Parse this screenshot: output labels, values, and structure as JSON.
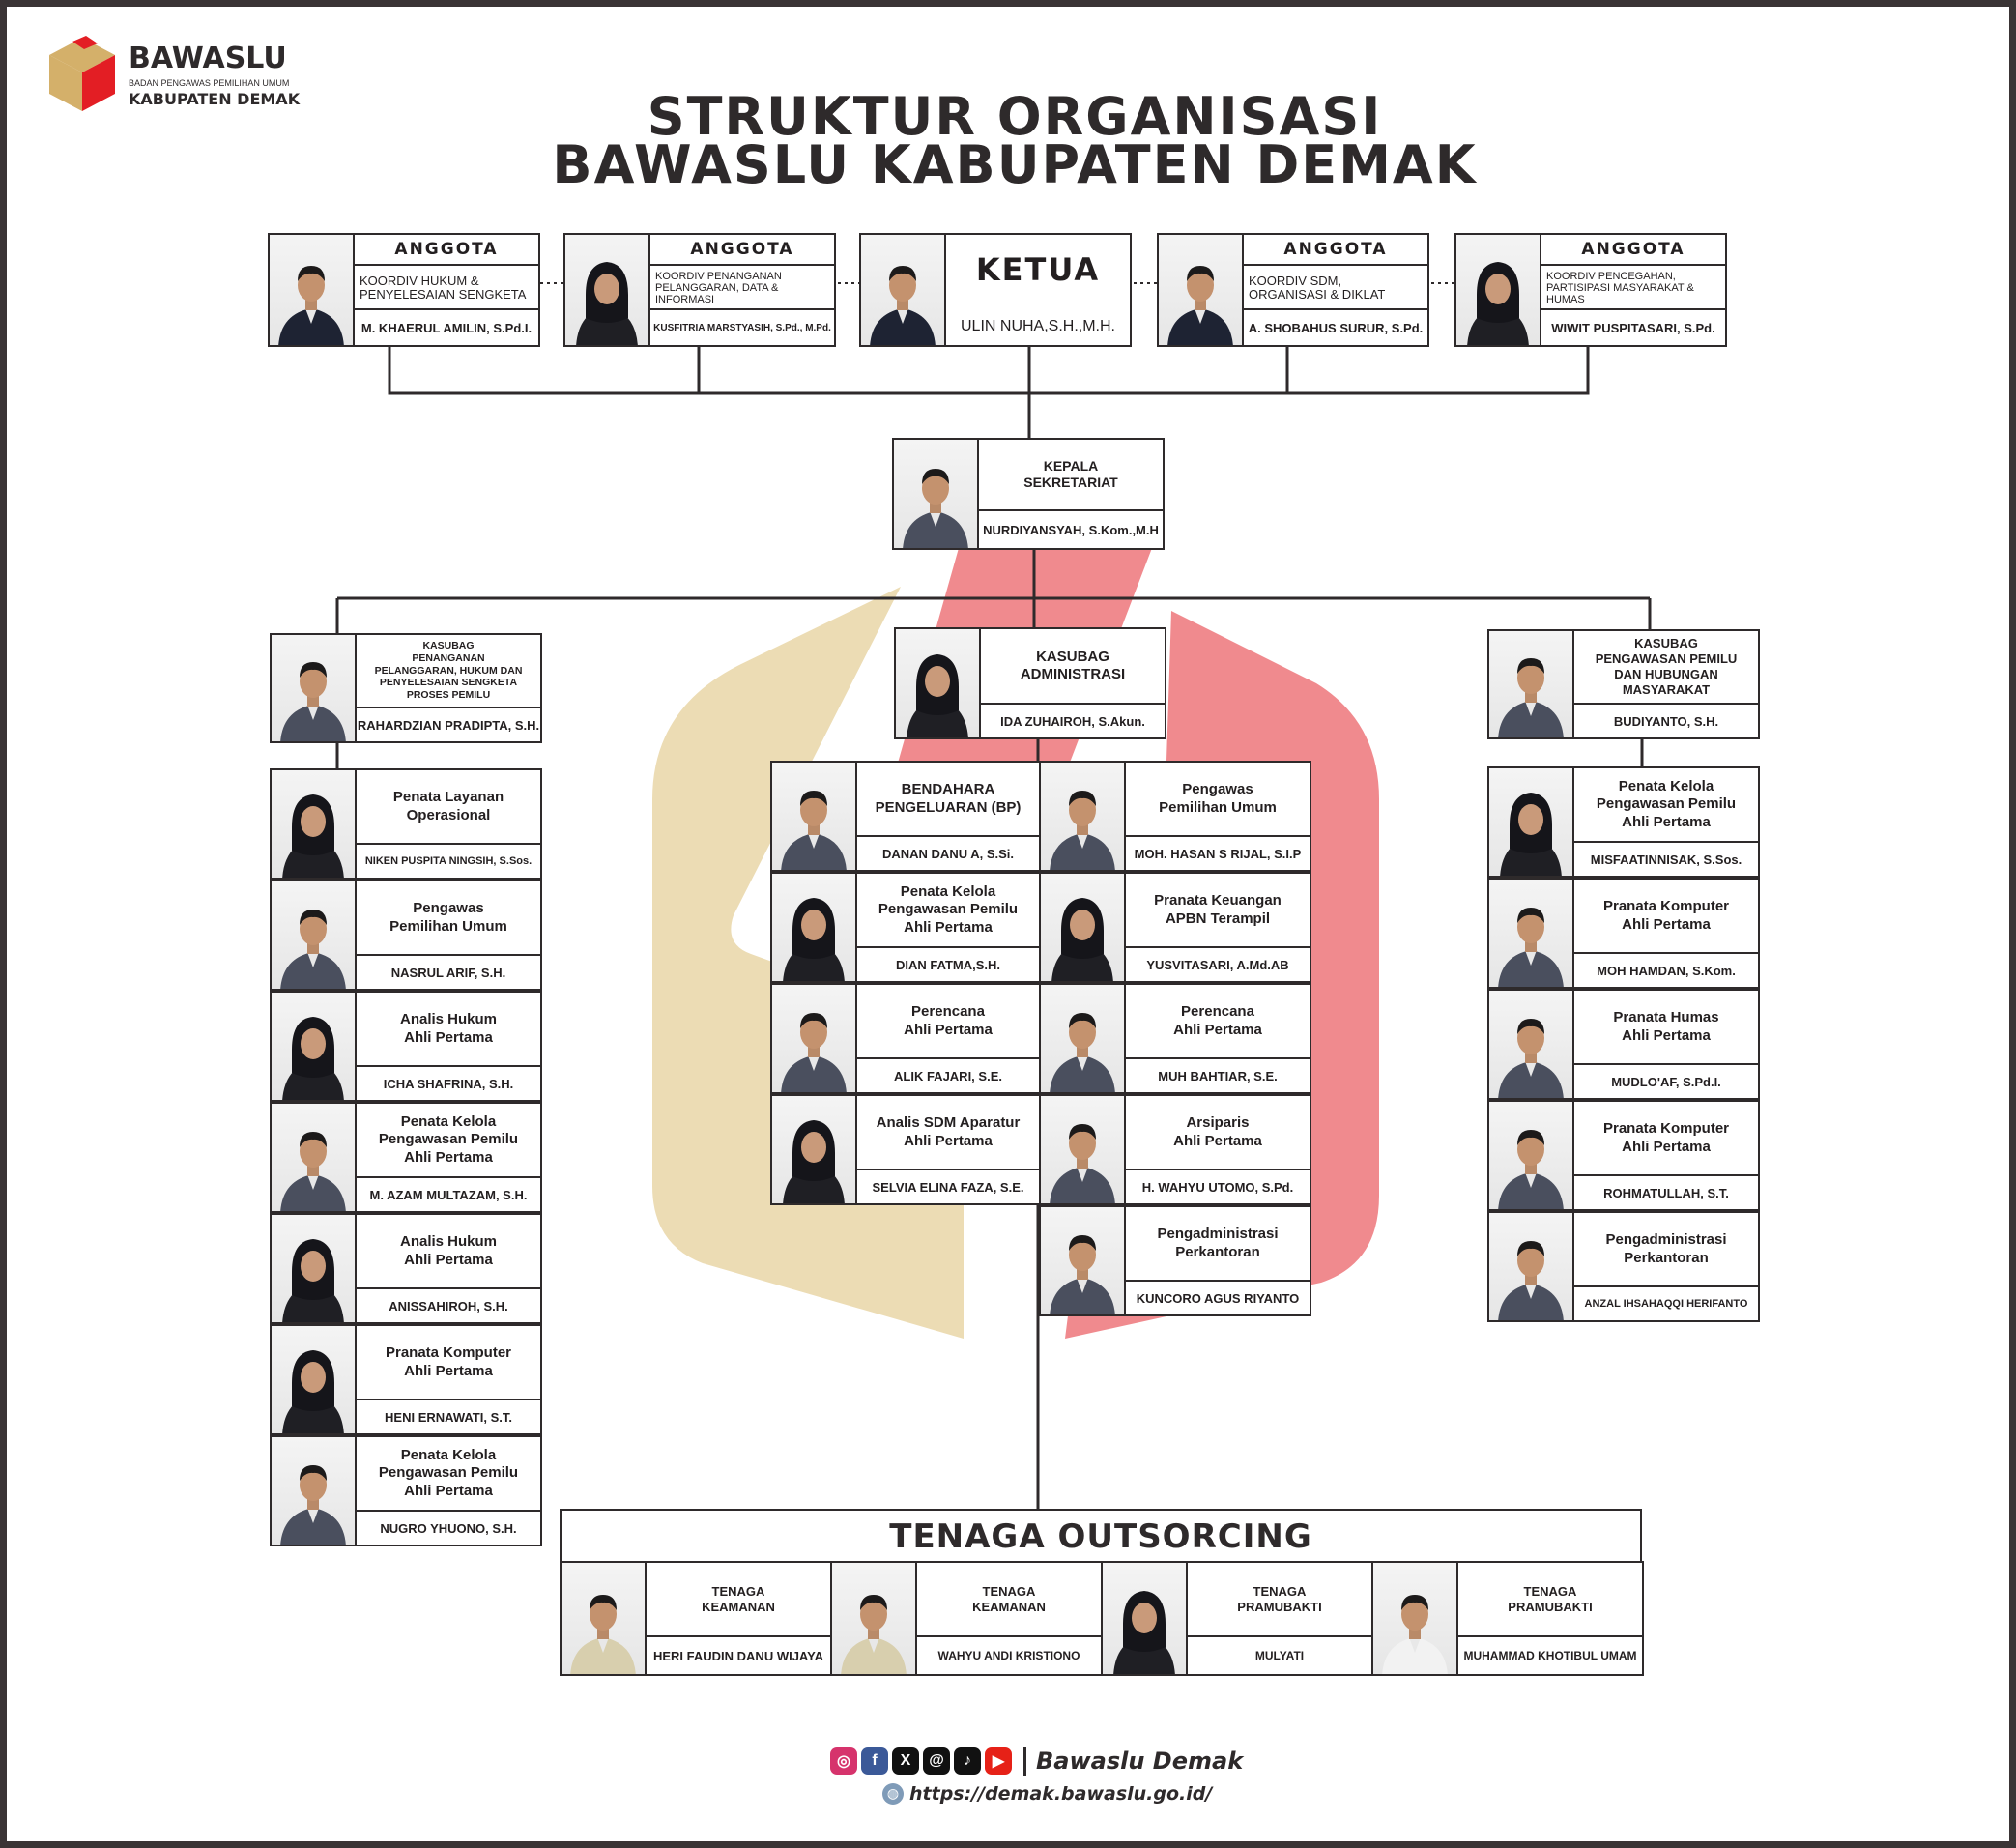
{
  "logo": {
    "word": "BAWASLU",
    "sub": "BADAN PENGAWAS PEMILIHAN UMUM",
    "region": "KABUPATEN DEMAK"
  },
  "title": {
    "line1": "STRUKTUR ORGANISASI",
    "line2": "BAWASLU KABUPATEN DEMAK"
  },
  "leaders": [
    {
      "head": "ANGGOTA",
      "sub": "KOORDIV HUKUM &\nPENYELESAIAN SENGKETA",
      "name": "M. KHAERUL AMILIN, S.Pd.I.",
      "gender": "m"
    },
    {
      "head": "ANGGOTA",
      "sub": "KOORDIV PENANGANAN\nPELANGGARAN, DATA & INFORMASI",
      "name": "KUSFITRIA MARSTYASIH, S.Pd., M.Pd.",
      "gender": "f"
    },
    {
      "head": "KETUA",
      "sub": "",
      "name": "ULIN NUHA,S.H.,M.H.",
      "gender": "m"
    },
    {
      "head": "ANGGOTA",
      "sub": "KOORDIV SDM,\nORGANISASI & DIKLAT",
      "name": "A. SHOBAHUS SURUR, S.Pd.",
      "gender": "m"
    },
    {
      "head": "ANGGOTA",
      "sub": "KOORDIV PENCEGAHAN,\nPARTISIPASI MASYARAKAT & HUMAS",
      "name": "WIWIT PUSPITASARI, S.Pd.",
      "gender": "f"
    }
  ],
  "kepala": {
    "role": "KEPALA\nSEKRETARIAT",
    "name": "NURDIYANSYAH, S.Kom.,M.H",
    "gender": "m"
  },
  "kasubag": [
    {
      "role": "KASUBAG\nPENANGANAN\nPELANGGARAN, HUKUM DAN\nPENYELESAIAN SENGKETA\nPROSES PEMILU",
      "name": "RAHARDZIAN PRADIPTA, S.H.",
      "gender": "m"
    },
    {
      "role": "KASUBAG\nADMINISTRASI",
      "name": "IDA ZUHAIROH, S.Akun.",
      "gender": "f"
    },
    {
      "role": "KASUBAG\nPENGAWASAN PEMILU\nDAN HUBUNGAN\nMASYARAKAT",
      "name": "BUDIYANTO, S.H.",
      "gender": "m"
    }
  ],
  "left_staff": [
    {
      "role": "Penata Layanan\nOperasional",
      "name": "NIKEN PUSPITA NINGSIH, S.Sos.",
      "gender": "f"
    },
    {
      "role": "Pengawas\nPemilihan Umum",
      "name": "NASRUL ARIF, S.H.",
      "gender": "m"
    },
    {
      "role": "Analis Hukum\nAhli Pertama",
      "name": "ICHA SHAFRINA, S.H.",
      "gender": "f"
    },
    {
      "role": "Penata Kelola\nPengawasan Pemilu\nAhli Pertama",
      "name": "M. AZAM MULTAZAM, S.H.",
      "gender": "m"
    },
    {
      "role": "Analis Hukum\nAhli Pertama",
      "name": "ANISSAHIROH, S.H.",
      "gender": "f"
    },
    {
      "role": "Pranata Komputer\nAhli Pertama",
      "name": "HENI ERNAWATI, S.T.",
      "gender": "f"
    },
    {
      "role": "Penata Kelola\nPengawasan Pemilu\nAhli Pertama",
      "name": "NUGRO YHUONO, S.H.",
      "gender": "m"
    }
  ],
  "center_left_staff": [
    {
      "role": "BENDAHARA\nPENGELUARAN (BP)",
      "name": "DANAN DANU A, S.Si.",
      "gender": "m"
    },
    {
      "role": "Penata Kelola\nPengawasan Pemilu\nAhli Pertama",
      "name": "DIAN FATMA,S.H.",
      "gender": "f"
    },
    {
      "role": "Perencana\nAhli Pertama",
      "name": "ALIK FAJARI, S.E.",
      "gender": "m"
    },
    {
      "role": "Analis SDM Aparatur\nAhli Pertama",
      "name": "SELVIA ELINA FAZA, S.E.",
      "gender": "f"
    }
  ],
  "center_right_staff": [
    {
      "role": "Pengawas\nPemilihan Umum",
      "name": "MOH. HASAN S RIJAL, S.I.P",
      "gender": "m"
    },
    {
      "role": "Pranata Keuangan\nAPBN Terampil",
      "name": "YUSVITASARI, A.Md.AB",
      "gender": "f"
    },
    {
      "role": "Perencana\nAhli Pertama",
      "name": "MUH BAHTIAR, S.E.",
      "gender": "m"
    },
    {
      "role": "Arsiparis\nAhli Pertama",
      "name": "H. WAHYU UTOMO, S.Pd.",
      "gender": "m"
    },
    {
      "role": "Pengadministrasi\nPerkantoran",
      "name": "KUNCORO AGUS RIYANTO",
      "gender": "m"
    }
  ],
  "right_staff": [
    {
      "role": "Penata Kelola\nPengawasan Pemilu\nAhli Pertama",
      "name": "MISFAATINNISAK, S.Sos.",
      "gender": "f"
    },
    {
      "role": "Pranata Komputer\nAhli Pertama",
      "name": "MOH HAMDAN, S.Kom.",
      "gender": "m"
    },
    {
      "role": "Pranata Humas\nAhli Pertama",
      "name": "MUDLO'AF, S.Pd.I.",
      "gender": "m"
    },
    {
      "role": "Pranata Komputer\nAhli Pertama",
      "name": "ROHMATULLAH, S.T.",
      "gender": "m"
    },
    {
      "role": "Pengadministrasi\nPerkantoran",
      "name": "ANZAL IHSAHAQQI HERIFANTO",
      "gender": "m"
    }
  ],
  "outsourcing": {
    "title": "TENAGA OUTSORCING",
    "members": [
      {
        "role": "TENAGA\nKEAMANAN",
        "name": "HERI FAUDIN DANU WIJAYA",
        "gender": "m"
      },
      {
        "role": "TENAGA\nKEAMANAN",
        "name": "WAHYU ANDI KRISTIONO",
        "gender": "m"
      },
      {
        "role": "TENAGA\nPRAMUBAKTI",
        "name": "MULYATI",
        "gender": "f"
      },
      {
        "role": "TENAGA\nPRAMUBAKTI",
        "name": "MUHAMMAD KHOTIBUL UMAM",
        "gender": "m"
      }
    ]
  },
  "footer": {
    "handle": "Bawaslu Demak",
    "url": "https://demak.bawaslu.go.id/",
    "socials": [
      {
        "icon": "instagram-icon",
        "glyph": "◎",
        "color": "#d6336c"
      },
      {
        "icon": "facebook-icon",
        "glyph": "f",
        "color": "#3b5998"
      },
      {
        "icon": "x-icon",
        "glyph": "X",
        "color": "#111111"
      },
      {
        "icon": "threads-icon",
        "glyph": "@",
        "color": "#111111"
      },
      {
        "icon": "tiktok-icon",
        "glyph": "♪",
        "color": "#111111"
      },
      {
        "icon": "youtube-icon",
        "glyph": "▶",
        "color": "#e62117"
      }
    ]
  },
  "colors": {
    "ink": "#2e2a2b",
    "brand_red": "#e31e24",
    "brand_gold": "#d4b06a",
    "accent_pink": "#f08a8e",
    "accent_beige": "#ecdcb4",
    "uniform": "#4a4f5e"
  }
}
